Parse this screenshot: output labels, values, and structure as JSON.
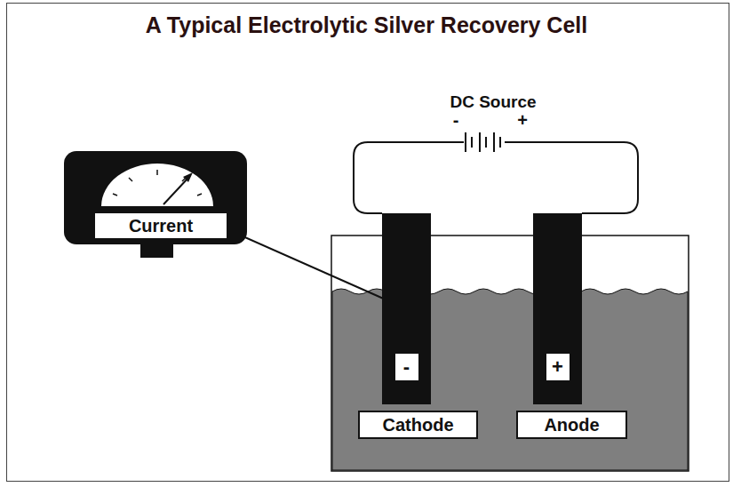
{
  "diagram": {
    "title": "A Typical Electrolytic Silver Recovery Cell",
    "nodes": [
      {
        "text": [
          "Current"
        ]
      },
      {
        "text": [
          "-"
        ]
      },
      {
        "text": [
          "+"
        ]
      },
      {
        "text": [
          "Cathode"
        ]
      },
      {
        "text": [
          "Anode"
        ]
      }
    ],
    "edges": [
      {
        "from": 0,
        "to": 1,
        "arrow": "none"
      }
    ],
    "labels": [
      "DC Source",
      "-",
      "+"
    ]
  }
}
